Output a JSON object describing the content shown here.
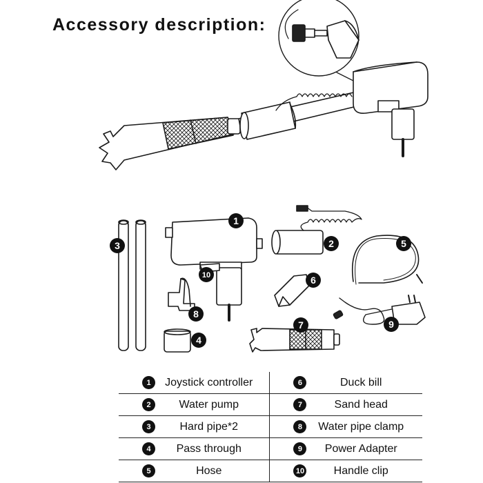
{
  "title": "Accessory description:",
  "legend": [
    {
      "left": {
        "num": "1",
        "label": "Joystick controller"
      },
      "right": {
        "num": "6",
        "label": "Duck bill"
      }
    },
    {
      "left": {
        "num": "2",
        "label": "Water pump"
      },
      "right": {
        "num": "7",
        "label": "Sand head"
      }
    },
    {
      "left": {
        "num": "3",
        "label": "Hard pipe*2"
      },
      "right": {
        "num": "8",
        "label": "Water pipe clamp"
      }
    },
    {
      "left": {
        "num": "4",
        "label": "Pass through"
      },
      "right": {
        "num": "9",
        "label": "Power Adapter"
      }
    },
    {
      "left": {
        "num": "5",
        "label": "Hose"
      },
      "right": {
        "num": "10",
        "label": "Handle clip"
      }
    }
  ],
  "callouts": {
    "c1": "1",
    "c2": "2",
    "c3": "3",
    "c4": "4",
    "c5": "5",
    "c6": "6",
    "c7": "7",
    "c8": "8",
    "c9": "9",
    "c10": "10"
  }
}
